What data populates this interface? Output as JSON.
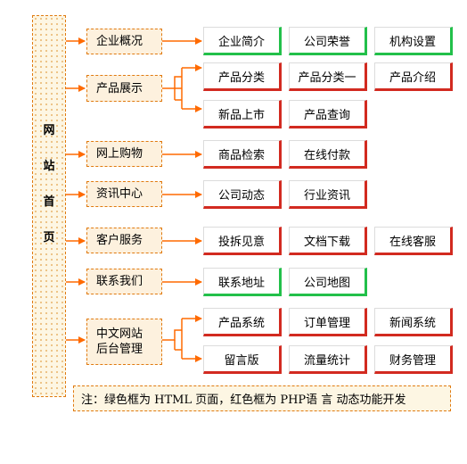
{
  "root": {
    "chars": [
      "网",
      "站",
      "首",
      "页"
    ]
  },
  "sections": {
    "about": "企业概况",
    "products": "产品展示",
    "shopping": "网上购物",
    "news": "资讯中心",
    "service": "客户服务",
    "contact": "联系我们",
    "backend_line1": "中文网站",
    "backend_line2": "后台管理"
  },
  "pages": {
    "company_intro": "企业简介",
    "company_honor": "公司荣誉",
    "org_setup": "机构设置",
    "product_category": "产品分类",
    "product_category_1": "产品分类一",
    "product_intro": "产品介绍",
    "new_products": "新品上市",
    "product_query": "产品查询",
    "product_search": "商品检索",
    "online_payment": "在线付款",
    "company_news": "公司动态",
    "industry_news": "行业资讯",
    "complaints": "投拆见意",
    "doc_download": "文档下载",
    "online_service": "在线客服",
    "contact_address": "联系地址",
    "company_map": "公司地图",
    "product_system": "产品系统",
    "order_management": "订单管理",
    "news_system": "新闻系统",
    "guestbook": "留言版",
    "traffic_stats": "流量统计",
    "finance_management": "财务管理"
  },
  "legend": {
    "note": "注：绿色框为 HTML 页面，红色框为 PHP语 言 动态功能开发"
  },
  "colors": {
    "connector": "#ff6a00",
    "green_frame": "#22c04a",
    "red_frame": "#d22a20",
    "section_border": "#e07a10"
  }
}
